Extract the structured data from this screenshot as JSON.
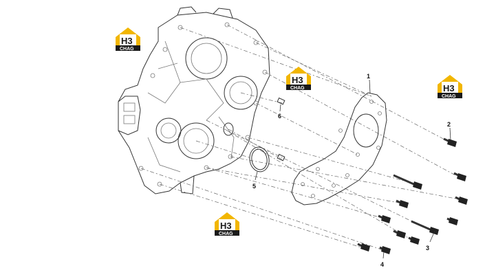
{
  "callouts": {
    "c1": "1",
    "c2": "2",
    "c3": "3",
    "c4": "4",
    "c5": "5",
    "c6": "6"
  },
  "watermark": {
    "glyph": "H3",
    "text": "CHAG",
    "color_yellow": "#f2b600",
    "color_dark": "#1a1a1a"
  },
  "colors": {
    "line": "#333333",
    "background": "#ffffff"
  }
}
